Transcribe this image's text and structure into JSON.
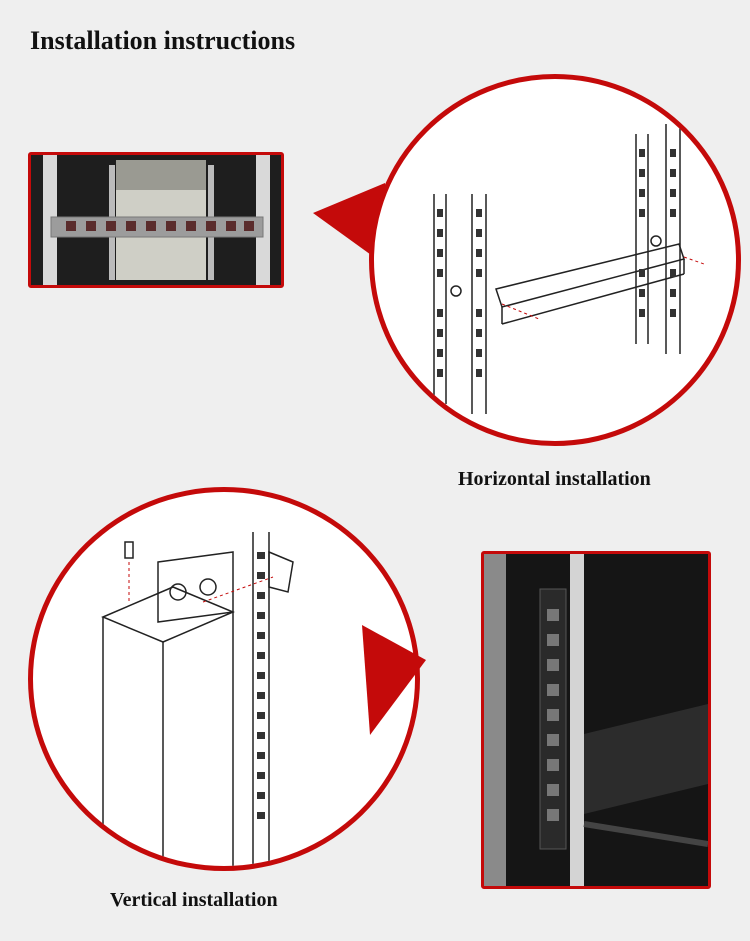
{
  "title": "Installation instructions",
  "sections": {
    "horizontal": {
      "label": "Horizontal installation"
    },
    "vertical": {
      "label": "Vertical installation"
    }
  },
  "colors": {
    "accent": "#c40a0a",
    "background": "#efefef"
  }
}
